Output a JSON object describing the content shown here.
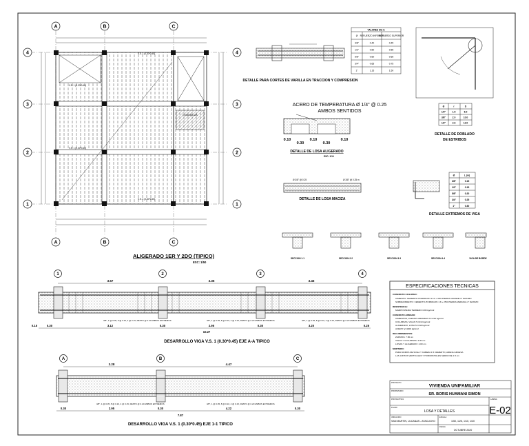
{
  "plan": {
    "axes_letters": [
      "A",
      "B",
      "C"
    ],
    "axes_numbers": [
      "1",
      "2",
      "3",
      "4"
    ],
    "title": "ALIGERADO 1ER Y 2DO  (TIPICO)",
    "scale": "ESC: 1/50",
    "beam_labels": [
      "V.S. 1 (0.30*0.45)",
      "V.S. 1 (0.30*0.45)",
      "V.S. 1 (0.30*0.45)",
      "V.S. 1 (0.30*0.45)"
    ],
    "stair_label": "LOSA MACIZA"
  },
  "details": {
    "splice_title": "DETALLE PARA CORTES DE VARILLA EN TRACCION Y COMPRESION",
    "values_table": {
      "title": "VALORES DE m",
      "headers": [
        "Ø",
        "REFUERZO INFERIOR",
        "REFUERZO SUPERIOR"
      ],
      "rows": [
        [
          "3/8\"",
          "0.40",
          "0.45"
        ],
        [
          "1/2\"",
          "0.50",
          "0.55"
        ],
        [
          "5/8\"",
          "0.60",
          "0.65"
        ],
        [
          "3/4\"",
          "0.65",
          "0.75"
        ],
        [
          "1\"",
          "1.15",
          "1.50"
        ]
      ]
    },
    "temp_steel": "ACERO DE TEMPERATURA Ø 1/4\" @ 0.25",
    "temp_steel_2": "AMBOS SENTIDOS",
    "slab_dims": [
      "0.10",
      "0.30",
      "0.10",
      "0.30",
      "0.10"
    ],
    "aligerado_title": "DETALLE DE LOSA ALIGERADO",
    "aligerado_scale": "ESC: 1/10",
    "maciza_title": "DETALLE DE LOSA MACIZA",
    "maciza_labels": [
      "Ø 3/8\" @ 0.25",
      "Ø 3/8\" @ 0.25 m"
    ],
    "stirrup_table": {
      "headers": [
        "Ø",
        "r",
        "D"
      ],
      "rows": [
        [
          "1/4\"",
          "1.5",
          "6.0"
        ],
        [
          "3/8\"",
          "2.0",
          "10.0"
        ],
        [
          "1/2\"",
          "2.6",
          "12.0"
        ]
      ]
    },
    "stirrup_title_1": "DETALLE DE DOBLADO",
    "stirrup_title_2": "DE ESTRIBOS",
    "ends_table": {
      "headers": [
        "Ø",
        "L (m)"
      ],
      "rows": [
        [
          "3/8\"",
          "0.15"
        ],
        [
          "1/2\"",
          "0.15"
        ],
        [
          "5/8\"",
          "0.20"
        ],
        [
          "3/4\"",
          "0.25"
        ],
        [
          "1\"",
          "0.30"
        ]
      ]
    },
    "ends_title": "DETALLE EXTREMOS DE VIGA",
    "sections": [
      "SECCION 1-1",
      "SECCION 2-2",
      "SECCION 3-3",
      "SECCION 4-4",
      "VIGA DE BORDE"
    ]
  },
  "beam_a": {
    "axes": [
      "1",
      "2",
      "3",
      "4"
    ],
    "spans": [
      "3.57",
      "3.35",
      "3.45"
    ],
    "total": "10.27",
    "bottom_dims": [
      "0.15",
      "0.30",
      "3.12",
      "0.30",
      "2.95",
      "0.30",
      "3.20",
      "0.25"
    ],
    "stirrups": "3/8\", 1 @ 0.05, 8 @ 0.10, 4 @ 0.15, RESTO @ 0.20 AMBOS EXTREMOS",
    "title": "DESARROLLO VIGA  V.S. 1 (0.30*0.45) EJE A-A TIPICO"
  },
  "beam_1": {
    "axes": [
      "A",
      "B",
      "C"
    ],
    "spans": [
      "3.28",
      "4.47"
    ],
    "total": "7.87",
    "bottom_dims": [
      "0.30",
      "2.95",
      "0.30",
      "4.22",
      "0.30"
    ],
    "stirrups": "3/8\", 1 @ 0.05, 8 @ 0.10, 4 @ 0.15, RESTO @ 0.20 AMBOS EXTREMOS",
    "title": "DESARROLLO VIGA  V.S. 1 (0.30*0.45) EJE 1-1 TIPICO"
  },
  "specs": {
    "title": "ESPECIFICACIONES TECNICAS",
    "lines": [
      "CONCRETO CICLOPEO:",
      "CIMIENTO:  CEMENTO-HORMIGON  1:10 + 30% PIEDRA GRANDE 6\" MAXIMO",
      "SOBRECIMIENTO:  CEMENTO-HORMIGON  1:8 + 25%  PIEDRA MEDIANA 4\" MAXIMO",
      "RESISTENCIA:",
      "MAMPOSTERIA TERRENO 0.80 kg/cm2",
      "CONCRETO ARMADO:",
      "CIMIENTOS, ZAPATAS ARMADAS        f'c=210 kg/cm2",
      "COLUMNAS, VIGAS        f'c=210 kg/cm2",
      "ALIGERADO, LOSA        f'c=210 kg/cm2",
      "ACERO        fy=4200 kg/cm2",
      "RECUBRIMIENTOS:",
      "ZAPATAS:  7.50 cm",
      "VIGAS Y COLUMNAS:  4.00 cm",
      "LOSAS Y ALIGERADO:  2.00 cm",
      "MORTERO:",
      "PARA MUROS DE SOGA Y CABEZA 1:5 CEMENTO, ARENA GRUESA",
      "LAS JUNTAS VERTICALES Y HORIZONTALES SERAN DE 1.5 cm"
    ]
  },
  "title_block": {
    "project_label": "PROYECTO",
    "project": "VIVIENDA UNIFAMILIAR",
    "owner_label": "PROPIETARIO",
    "owner": "SR. BORIS HUAMANI SIMON",
    "designer_label": "PROYECTISTA",
    "plan_label": "PLANO",
    "plan": "LOSA Y DETALLES",
    "location_label": "UBICACION",
    "location": "SAN MARTIN, LUCANAS - AYACUCHO",
    "sheet_label": "LAMINA",
    "sheet": "E-02",
    "scale_label": "ESCALA",
    "scale": "1/50, 1/25, 1/10, 1/20",
    "date_label": "FECHA",
    "date": "OCTUBRE 2020"
  }
}
